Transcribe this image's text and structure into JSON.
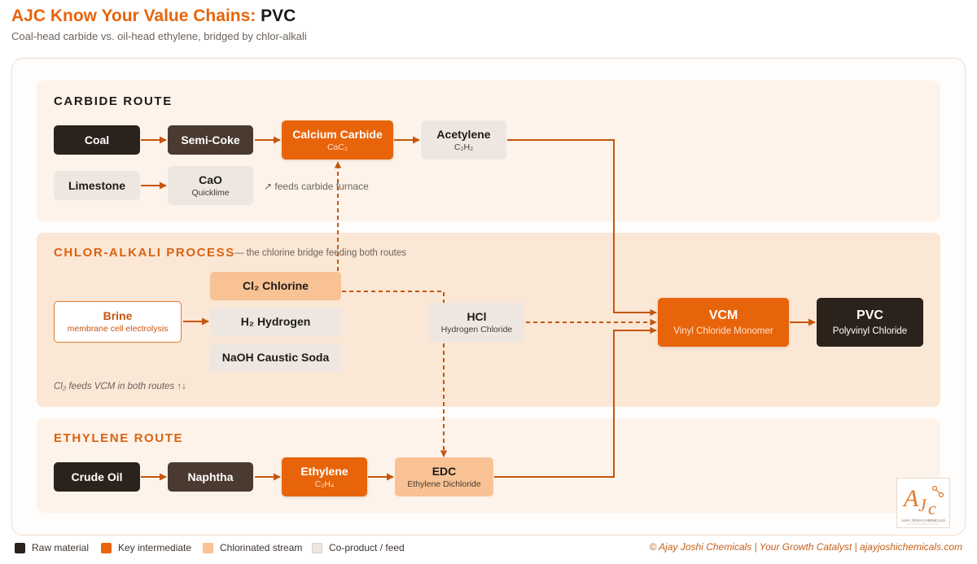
{
  "header": {
    "title_accent": "AJC Know Your Value Chains:",
    "title_product": "PVC",
    "subtitle": "Coal-head carbide vs. oil-head ethylene, bridged by chlor-alkali"
  },
  "sections": {
    "carbide": {
      "label": "CARBIDE ROUTE"
    },
    "chlor": {
      "label": "CHLOR-ALKALI PROCESS",
      "tagline": "— the chlorine bridge feeding both routes",
      "footnote": "Cl₂ feeds VCM in both routes  ↑↓"
    },
    "ethylene": {
      "label": "ETHYLENE ROUTE"
    }
  },
  "nodes": {
    "coal": {
      "label": "Coal"
    },
    "semi_coke": {
      "label": "Semi-Coke"
    },
    "calcium_carbide": {
      "label": "Calcium Carbide",
      "sub": "CaC₂"
    },
    "acetylene": {
      "label": "Acetylene",
      "sub": "C₂H₂"
    },
    "limestone": {
      "label": "Limestone"
    },
    "cao": {
      "label": "CaO",
      "sub": "Quicklime"
    },
    "cao_note": "↗  feeds carbide furnace",
    "brine": {
      "label": "Brine",
      "sub": "membrane cell electrolysis"
    },
    "chlorine": {
      "label": "Cl₂  Chlorine"
    },
    "hydrogen": {
      "label": "H₂  Hydrogen"
    },
    "caustic": {
      "label": "NaOH  Caustic Soda"
    },
    "hcl": {
      "label": "HCl",
      "sub": "Hydrogen Chloride"
    },
    "vcm": {
      "label": "VCM",
      "sub": "Vinyl Chloride Monomer"
    },
    "pvc": {
      "label": "PVC",
      "sub": "Polyvinyl Chloride"
    },
    "crude_oil": {
      "label": "Crude Oil"
    },
    "naphtha": {
      "label": "Naphtha"
    },
    "ethylene": {
      "label": "Ethylene",
      "sub": "C₂H₄"
    },
    "edc": {
      "label": "EDC",
      "sub": "Ethylene Dichloride"
    }
  },
  "legend": [
    {
      "label": "Raw material",
      "color": "#2b221c"
    },
    {
      "label": "Key intermediate",
      "color": "#e8640a"
    },
    {
      "label": "Chlorinated stream",
      "color": "#f8c294"
    },
    {
      "label": "Co-product / feed",
      "color": "#eee7e1"
    }
  ],
  "footer": "© Ajay Joshi Chemicals  |  Your Growth Catalyst  |  ajayjoshichemicals.com",
  "logo": {
    "mark": "AJC",
    "name": "AJAY JOSHI CHEMICALS"
  },
  "colors": {
    "accent": "#e8640a",
    "arrow": "#c5560c",
    "raw": "#2b221c",
    "chlorinated": "#f8c294",
    "coproduct": "#eee7e1"
  }
}
